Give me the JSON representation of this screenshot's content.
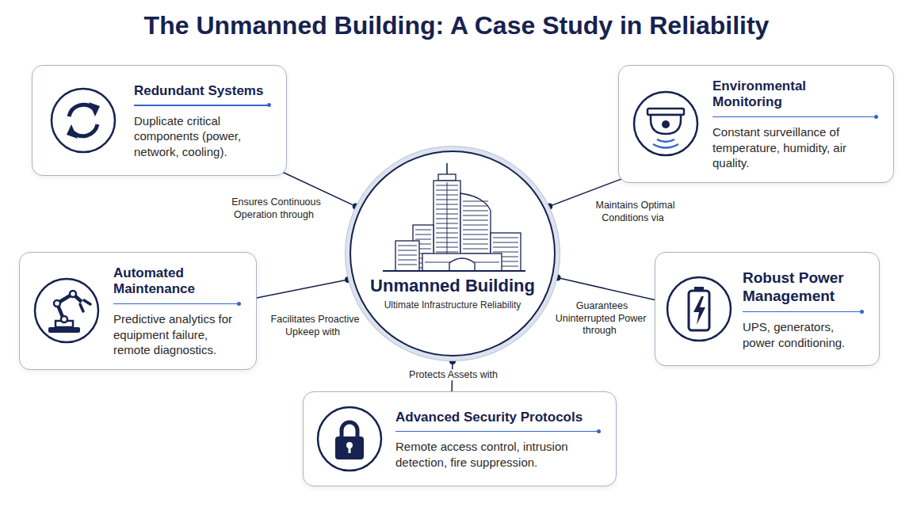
{
  "diagram": {
    "title": "The Unmanned Building: A Case Study in Reliability",
    "nodes": [
      {
        "text": [
          "Redundant Systems",
          "Duplicate critical components (power, network, cooling)."
        ]
      },
      {
        "text": [
          "Environmental Monitoring",
          "Constant surveillance of temperature, humidity, air quality."
        ]
      },
      {
        "text": [
          "Unmanned Building",
          "Ultimate Infrastructure Reliability"
        ]
      },
      {
        "text": [
          "Automated Maintenance",
          "Predictive analytics for equipment failure, remote diagnostics."
        ]
      },
      {
        "text": [
          "Robust Power Management",
          "UPS, generators, power conditioning."
        ]
      },
      {
        "text": [
          "Advanced Security Protocols",
          "Remote access control, intrusion detection, fire suppression."
        ]
      }
    ],
    "edges": [
      {
        "from": 2,
        "to": 0,
        "arrow": "none",
        "label": "Ensures Continuous Operation through"
      },
      {
        "from": 2,
        "to": 1,
        "arrow": "none",
        "label": "Maintains Optimal Conditions via"
      },
      {
        "from": 2,
        "to": 3,
        "arrow": "none",
        "label": "Facilitates Proactive Upkeep with"
      },
      {
        "from": 2,
        "to": 4,
        "arrow": "none",
        "label": "Guarantees Uninterrupted Power through"
      },
      {
        "from": 2,
        "to": 5,
        "arrow": "none",
        "label": "Protects Assets with"
      }
    ]
  }
}
